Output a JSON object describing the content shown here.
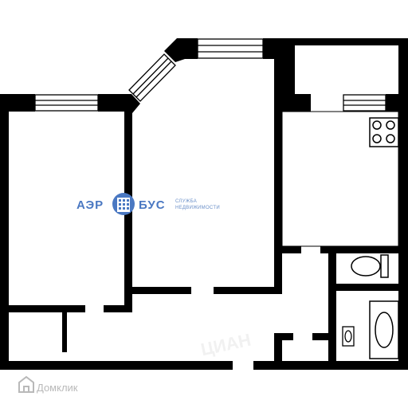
{
  "logo": {
    "left_text": "АЭР",
    "right_text": "БУС",
    "subtitle_line1": "СЛУЖБА",
    "subtitle_line2": "НЕДВИЖИМОСТИ",
    "color": "#4a78c2"
  },
  "watermark": {
    "text": "Домклик",
    "icon": "house-icon",
    "color": "#b9b9b9"
  },
  "colors": {
    "wall": "#000000",
    "background": "#ffffff"
  }
}
